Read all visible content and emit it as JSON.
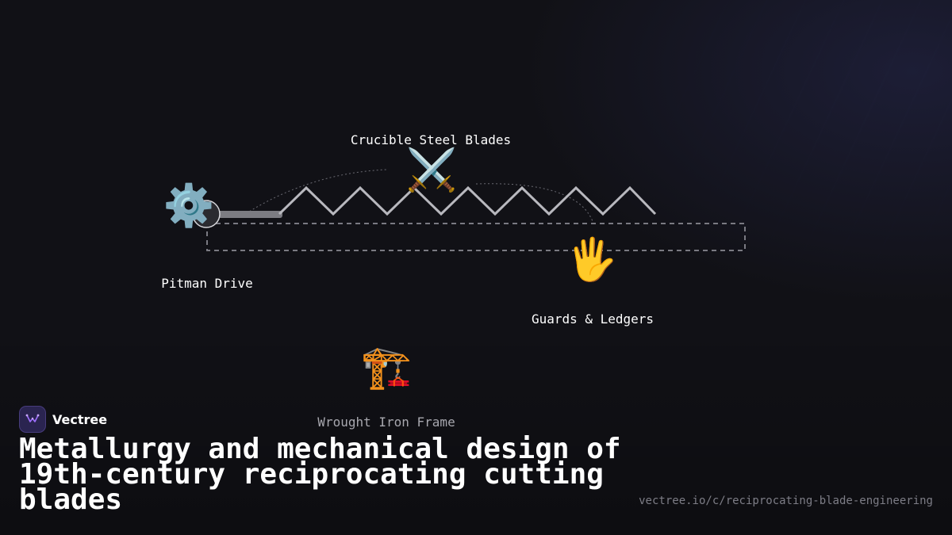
{
  "diagram": {
    "nodes": [
      {
        "id": "pitman",
        "label": "Pitman Drive",
        "icon": "gear-icon",
        "glyph": "⚙️"
      },
      {
        "id": "blades",
        "label": "Crucible Steel Blades",
        "icon": "crossed-swords-icon",
        "glyph": "⚔️"
      },
      {
        "id": "guards",
        "label": "Guards & Ledgers",
        "icon": "raised-hand-icon",
        "glyph": "🖐️"
      },
      {
        "id": "frame",
        "label": "Wrought Iron Frame",
        "icon": "construction-crane-icon",
        "glyph": "🏗️"
      }
    ]
  },
  "brand": {
    "name": "Vectree",
    "accent": "#a070ff",
    "logo_bg": "#2a2450"
  },
  "title": "Metallurgy and mechanical design of 19th-century reciprocating cutting blades",
  "url": "vectree.io/c/reciprocating-blade-engineering"
}
